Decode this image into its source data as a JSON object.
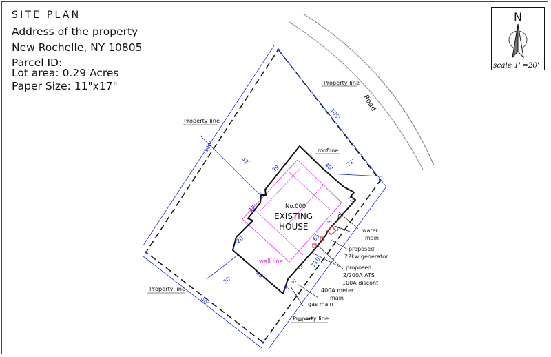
{
  "header": {
    "title": "SITE PLAN",
    "lines": [
      "Address of the property",
      "New Rochelle, NY 10805",
      "Parcel ID:",
      "Lot area: 0.29 Acres",
      "Paper Size: 11\"x17\""
    ]
  },
  "north": {
    "letter": "N",
    "scale": "scale 1\"=20'"
  },
  "labels": {
    "road": "Road",
    "property_line_top": "Property line",
    "property_line_left": "Property line",
    "property_line_bottom_left": "Property line",
    "property_line_bottom_right": "Property line",
    "roofline": "roofline",
    "house_number": "No.000",
    "existing": "EXISTING",
    "house": "HOUSE",
    "wall_line": "wall line",
    "water_main_1": "water",
    "water_main_2": "main",
    "generator_1": "proposed",
    "generator_2": "22kw generator",
    "ats_1": "proposed",
    "ats_2": "2/200A ATS",
    "ats_3": "100A discont",
    "meter_1": "400A meter",
    "meter_2": "main",
    "gas_main": "gas main"
  },
  "dimensions": {
    "d105": "105'",
    "d146": "146'",
    "d119": "119'",
    "d90": "90'",
    "d42": "42'",
    "d21": "21'",
    "d30": "30'",
    "d39": "39'",
    "d40a": "40'",
    "d5a": "5'",
    "d2_5": "2.5'",
    "d17": "17'",
    "d20": "20'",
    "d40b": "40'",
    "d65": "65'",
    "d8": "8'",
    "d3": "3'",
    "d4": "4'",
    "d2": "2'",
    "d5b": "5'"
  },
  "colors": {
    "dimension": "#1a2fd6",
    "wall_line": "#e22fe2",
    "equipment": "#e03030",
    "lines": "#111111"
  }
}
